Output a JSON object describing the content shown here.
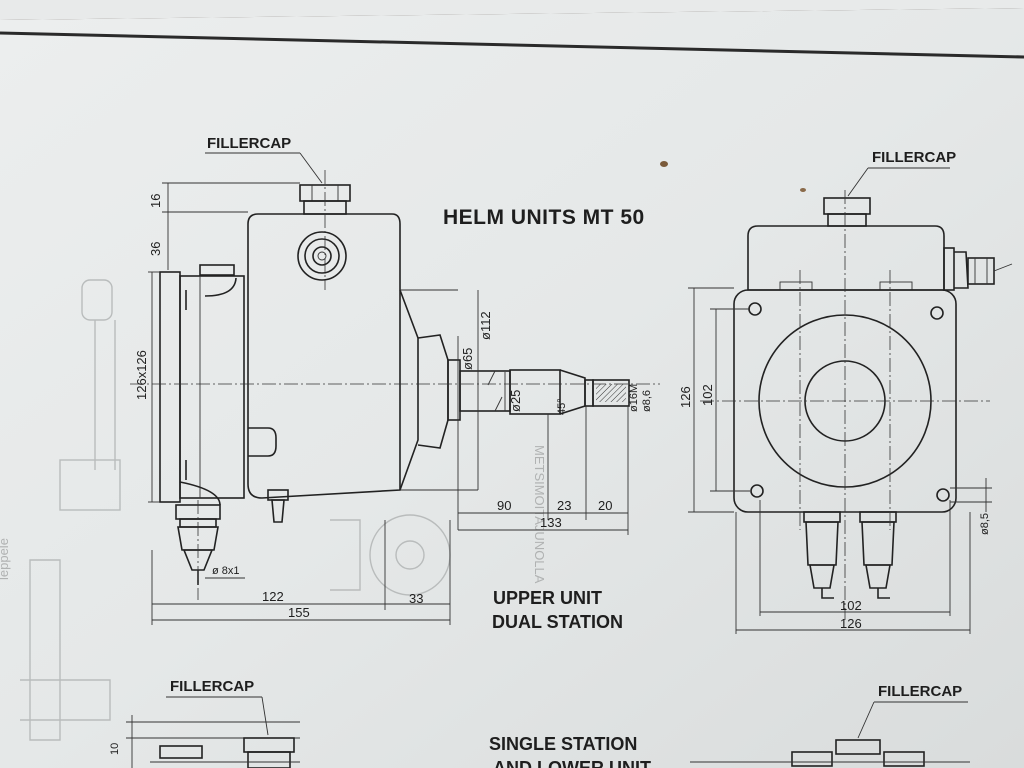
{
  "document": {
    "title": "HELM UNITS MT 50",
    "fillercap_label": "FILLERCAP",
    "upper_unit": {
      "line1": "UPPER UNIT",
      "line2": "DUAL STATION"
    },
    "lower_unit": {
      "line1": "SINGLE STATION",
      "line2": "AND LOWER UNIT"
    }
  },
  "side_view": {
    "dims": {
      "d16": "16",
      "d36": "36",
      "d126x126": "126x126",
      "d65": "ø65",
      "d112": "ø112",
      "d25": "ø25",
      "d45": "45°",
      "d16m": "ø16M",
      "d8": "ø8,6",
      "d90": "90",
      "d23": "23",
      "d20": "20",
      "d133": "133",
      "d8x1": "ø 8x1",
      "d122": "122",
      "d155": "155",
      "d33": "33"
    }
  },
  "front_view": {
    "dims": {
      "d126v": "126",
      "d102v": "102",
      "d85": "ø8,5",
      "d102h": "102",
      "d126h": "126"
    }
  },
  "lower_view": {
    "dims": {
      "d10": "10"
    }
  },
  "ghost_text": {
    "watermark": "METSIMOITAJUNOLLA",
    "side": "leppele"
  }
}
